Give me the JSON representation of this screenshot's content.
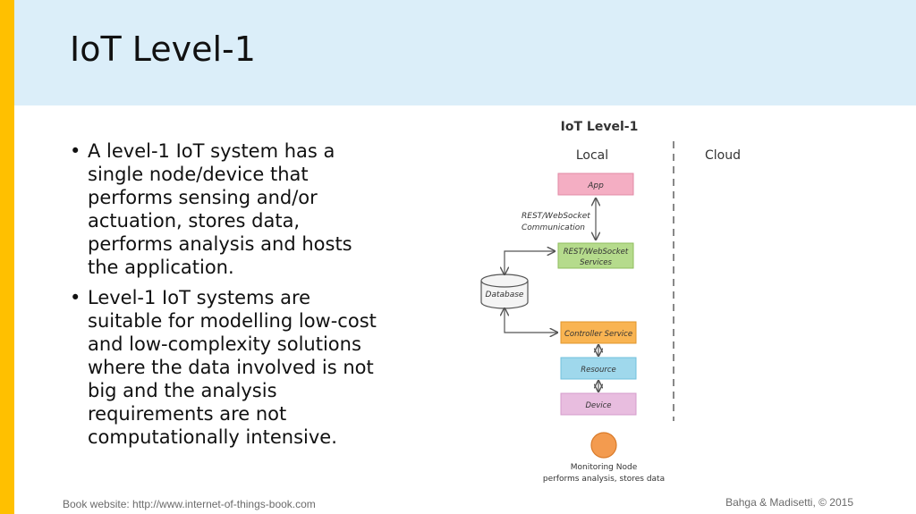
{
  "slide": {
    "title": "IoT Level-1",
    "bullets": [
      "A level-1 IoT system has a single node/device that performs sensing and/or actuation, stores data, performs analysis and hosts the application.",
      "Level-1 IoT systems are suitable for modelling low-cost and low-complexity solutions where the data involved is not big and the analysis requirements are not computationally intensive."
    ]
  },
  "diagram": {
    "title": "IoT Level-1",
    "local_label": "Local",
    "cloud_label": "Cloud",
    "app": "App",
    "comm_line1": "REST/WebSocket",
    "comm_line2": "Communication",
    "services_line1": "REST/WebSocket",
    "services_line2": "Services",
    "database": "Database",
    "controller": "Controller Service",
    "resource": "Resource",
    "device": "Device",
    "node_line1": "Monitoring Node",
    "node_line2": "performs analysis, stores data",
    "colors": {
      "app": "#f4aec3",
      "services": "#b5db8c",
      "controller": "#f9b452",
      "resource": "#9fd8ec",
      "device": "#e8bddf",
      "node": "#f39b4f"
    }
  },
  "footer": {
    "left": "Book website: http://www.internet-of-things-book.com",
    "right": "Bahga & Madisetti, © 2015"
  }
}
